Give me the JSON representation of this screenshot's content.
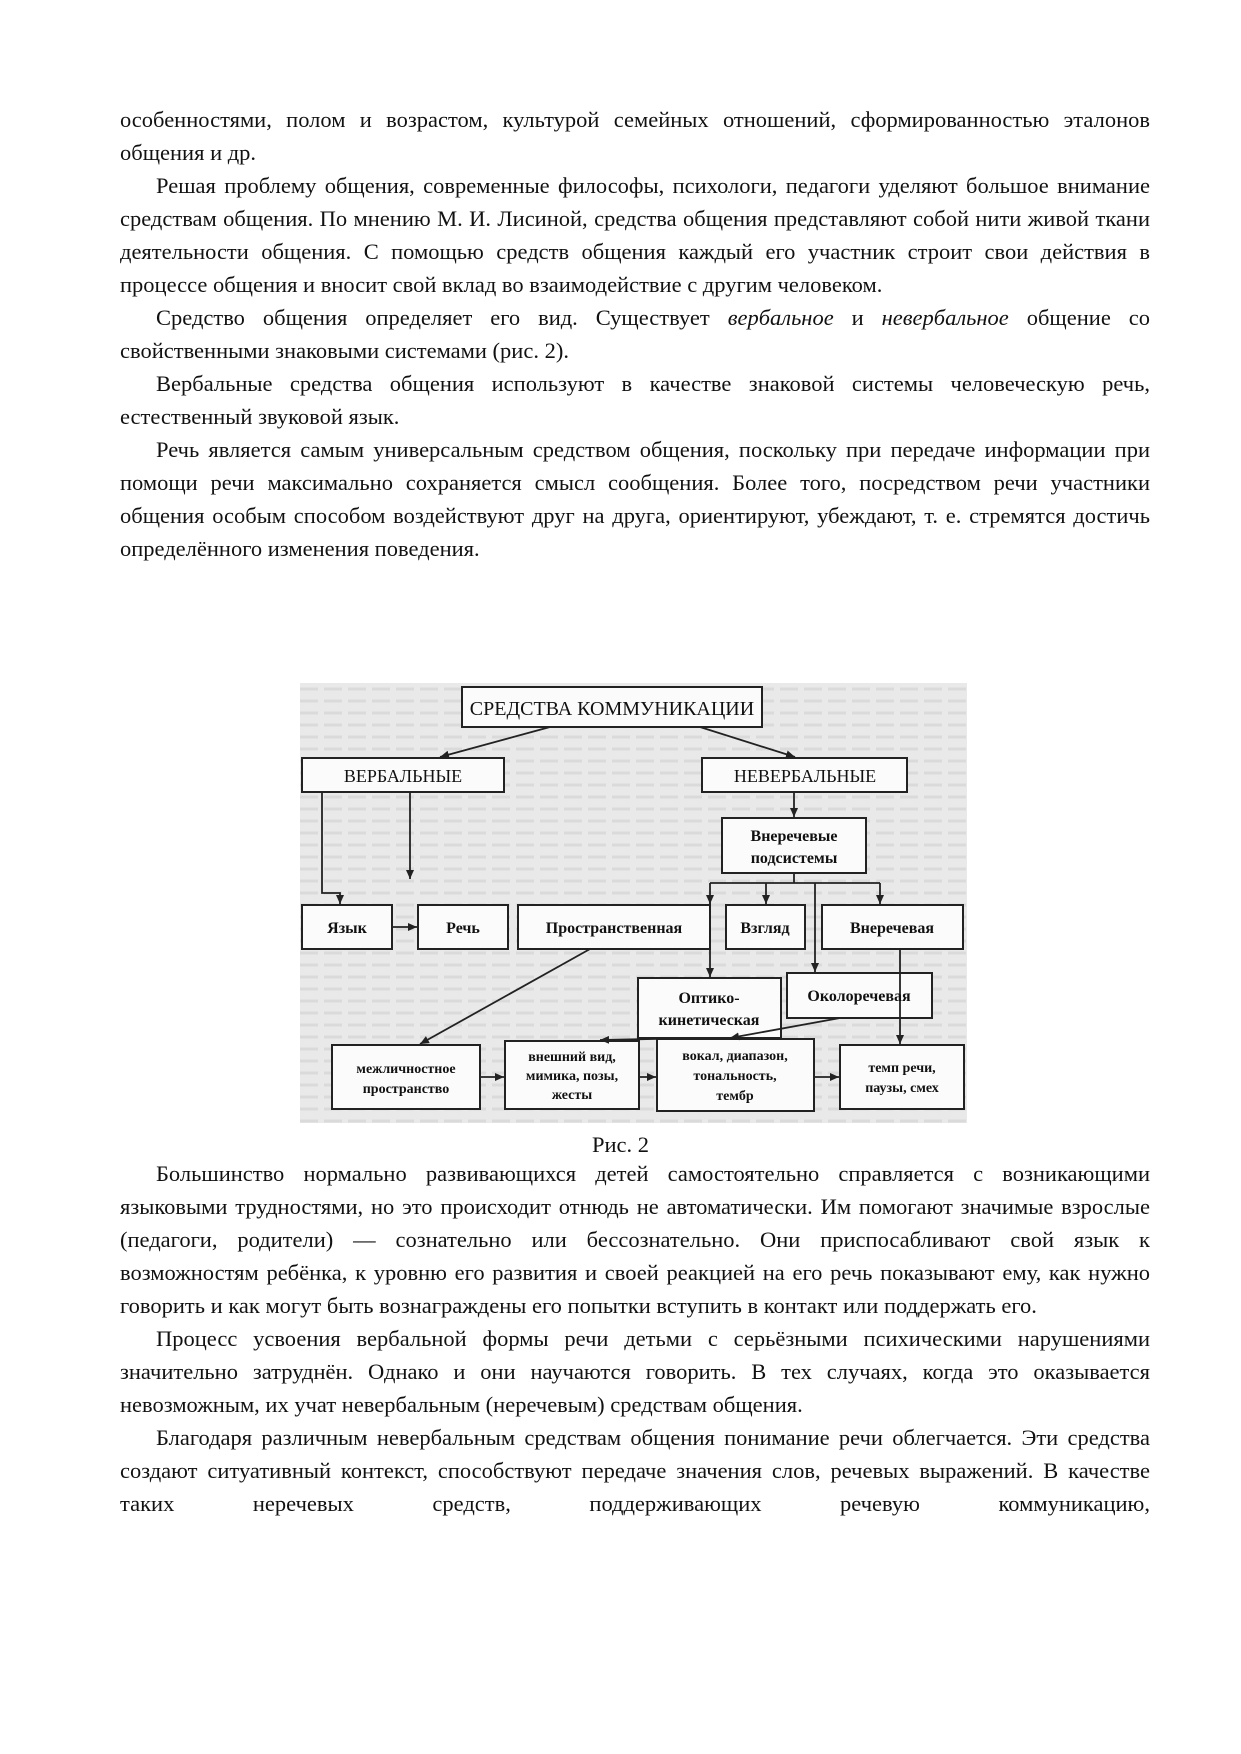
{
  "top_paragraphs": [
    "особенностями, полом и возрастом, культурой семейных отношений, сформированностью эталонов общения и др.",
    "Решая проблему общения, современные философы, психологи, педагоги уделяют большое внимание средствам общения. По мнению М. И. Лисиной, средства общения представляют собой нити живой ткани деятельности общения. С помощью средств общения каждый его участник строит свои действия в процессе общения и вносит свой вклад во взаимодействие с другим человеком.",
    {
      "before": "Средство общения определяет его вид. Существует ",
      "em1": "вербальное",
      "middle": " и ",
      "em2": "невербальное",
      "after": " общение со свойственными знаковыми системами (рис. 2)."
    },
    "Вербальные средства общения используют в качестве знаковой системы человеческую речь, естественный звуковой язык.",
    "Речь является самым универсальным средством общения, поскольку при передаче информации при помощи речи максимально сохраняется смысл сообщения. Более того, посредством речи участники общения особым способом воздействуют друг на друга, ориентируют, убеждают, т. е. стремятся достичь определённого изменения поведения."
  ],
  "diagram": {
    "root": "СРЕДСТВА КОММУНИКАЦИИ",
    "verbal": "ВЕРБАЛЬНЫЕ",
    "nonverbal": "НЕВЕРБАЛЬНЫЕ",
    "nonspeech_line1": "Внеречевые",
    "nonspeech_line2": "подсистемы",
    "language": "Язык",
    "speech": "Речь",
    "spatial": "Пространственная",
    "gaze": "Взгляд",
    "extralinguistic": "Внеречевая",
    "optokinetic_line1": "Оптико-",
    "optokinetic_line2": "кинетическая",
    "paralinguistic": "Околоречевая",
    "interpersonal_line1": "межличностное",
    "interpersonal_line2": "пространство",
    "appearance_line1": "внешний вид,",
    "appearance_line2": "мимика, позы,",
    "appearance_line3": "жесты",
    "vocal_line1": "вокал, диапазон,",
    "vocal_line2": "тональность,",
    "vocal_line3": "тембр",
    "tempo_line1": "темп речи,",
    "tempo_line2": "паузы, смех"
  },
  "caption": "Рис. 2",
  "bottom_paragraphs": [
    "Большинство нормально развивающихся детей самостоятельно справляется с возникающими языковыми трудностями, но это происходит отнюдь не автоматически. Им помогают значимые взрослые (педагоги, родители) — сознательно или бессознательно. Они приспосабливают свой язык к возможностям ребёнка, к уровню его развития и своей реакцией на его речь показывают ему, как нужно говорить и как могут быть вознаграждены его попытки вступить в контакт или поддержать его.",
    "Процесс усвоения вербальной формы речи детьми с серьёзными психическими нарушениями значительно затруднён. Однако и они научаются говорить. В тех случаях, когда это оказывается невозможным, их учат невербальным (неречевым) средствам общения.",
    "Благодаря различным невербальным средствам общения понимание речи облегчается. Эти средства создают ситуативный контекст, способствуют передаче значения слов, речевых выражений. В качестве таких неречевых средств, поддерживающих речевую коммуникацию,"
  ]
}
